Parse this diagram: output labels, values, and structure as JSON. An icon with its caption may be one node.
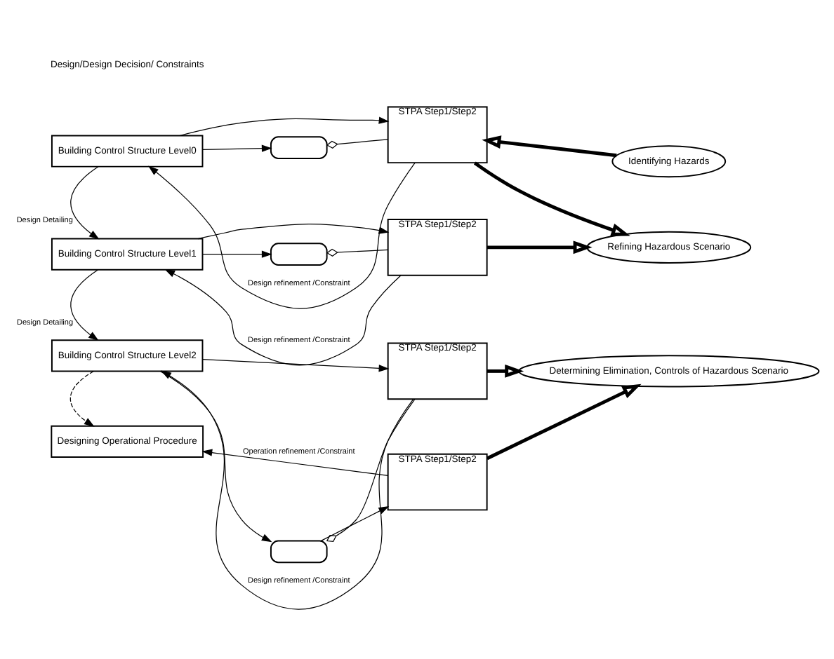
{
  "diagram": {
    "nodes": [
      {
        "text": [
          "Building Control Structure Level0"
        ]
      },
      {
        "text": [
          "STPA Step1/Step2"
        ]
      },
      {
        "text": [
          "Identifying Hazards"
        ]
      },
      {
        "text": [],
        "shape": "box"
      },
      {
        "text": [
          "Building Control Structure Level1"
        ]
      },
      {
        "text": [
          "STPA Step1/Step2"
        ]
      },
      {
        "text": [
          "Refining Hazardous Scenario"
        ]
      },
      {
        "text": [],
        "shape": "box"
      },
      {
        "text": [
          "STPA Step1/Step2"
        ]
      },
      {
        "text": [
          "Building Control Structure Level2"
        ]
      },
      {
        "text": [],
        "shape": "box"
      },
      {
        "text": [
          "STPA Step1/Step2"
        ]
      },
      {
        "text": [
          "Determining Elimination, Controls of Hazardous Scenario"
        ]
      },
      {
        "text": [
          "Designing Operational Procedure"
        ]
      }
    ],
    "edges": [
      {
        "from": 0,
        "to": 1,
        "arrow": "to"
      },
      {
        "from": 1,
        "to": 0,
        "arrow": "to",
        "label": "Design refinement /Constraint"
      },
      {
        "from": 0,
        "to": 3,
        "arrow": "to"
      },
      {
        "from": 3,
        "to": 1,
        "arrow": "other"
      },
      {
        "from": 0,
        "to": 4,
        "arrow": "to",
        "label": "Design Detailing"
      },
      {
        "from": 2,
        "to": 1,
        "arrow": "to",
        "style": "thick"
      },
      {
        "from": 1,
        "to": 6,
        "arrow": "to",
        "style": "thick"
      },
      {
        "from": 4,
        "to": 5,
        "arrow": "to"
      },
      {
        "from": 5,
        "to": 4,
        "arrow": "to",
        "label": "Design refinement /Constraint"
      },
      {
        "from": 4,
        "to": 7,
        "arrow": "to"
      },
      {
        "from": 7,
        "to": 5,
        "arrow": "other"
      },
      {
        "from": 5,
        "to": 6,
        "arrow": "to",
        "style": "thick"
      },
      {
        "from": 4,
        "to": 9,
        "arrow": "to",
        "label": "Design Detailing"
      },
      {
        "from": 9,
        "to": 8,
        "arrow": "to"
      },
      {
        "from": 8,
        "to": 9,
        "arrow": "to",
        "label": "Design refinement /Constraint"
      },
      {
        "from": 9,
        "to": 10,
        "arrow": "to"
      },
      {
        "from": 10,
        "to": 8,
        "arrow": "other"
      },
      {
        "from": 8,
        "to": 12,
        "arrow": "to",
        "style": "thick"
      },
      {
        "from": 10,
        "to": 11,
        "arrow": "to"
      },
      {
        "from": 9,
        "to": 13,
        "arrow": "to",
        "style": "dashed"
      },
      {
        "from": 11,
        "to": 13,
        "arrow": "to",
        "label": "Operation refinement /Constraint"
      },
      {
        "from": 11,
        "to": 12,
        "arrow": "to",
        "style": "thick"
      }
    ],
    "labels": [
      "Design/Design Decision/ Constraints"
    ]
  }
}
